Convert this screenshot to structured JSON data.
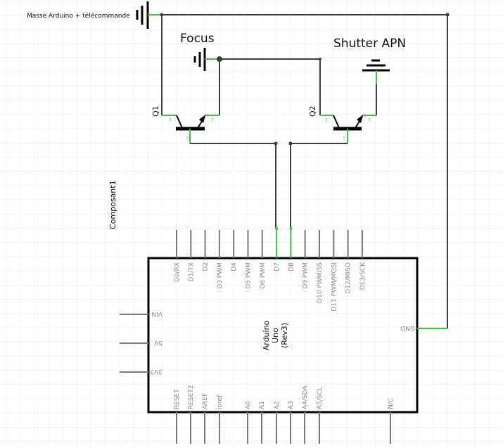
{
  "labels": {
    "ground_main": "Masse Arduino + télécommande",
    "focus": "Focus",
    "shutter": "Shutter APN",
    "q1": "Q1",
    "q2": "Q2",
    "component": "Composant1",
    "arduino_line1": "Arduino",
    "arduino_line2": "Uno",
    "arduino_line3": "(Rev3)"
  },
  "transistor_pins": {
    "base": "1",
    "emitter": "2",
    "collector": "3"
  },
  "arduino": {
    "top_pins": [
      "D0/RX",
      "D1/TX",
      "D2",
      "D3 PWM",
      "D4",
      "D5 PWM",
      "D6 PWM",
      "D7",
      "D8",
      "D9 PWM",
      "D10 PWM/SS",
      "D11 PWM/MOSI",
      "D12/MISO",
      "D13/SCK"
    ],
    "bottom_pins": [
      "RESET",
      "RESET2",
      "AREF",
      "ioref",
      "A0",
      "A1",
      "A2",
      "A3",
      "A4/SDA",
      "A5/SCL",
      "N/C"
    ],
    "left_pins": [
      "VIN",
      "5V",
      "3V3"
    ],
    "right_pins": [
      "GND"
    ],
    "connected_pins": [
      "D7",
      "D8",
      "GND"
    ]
  },
  "colors": {
    "wire": "#404040",
    "connected": "#3ec13e",
    "grid": "#e6e9f0",
    "pin": "#7a7a7a"
  }
}
